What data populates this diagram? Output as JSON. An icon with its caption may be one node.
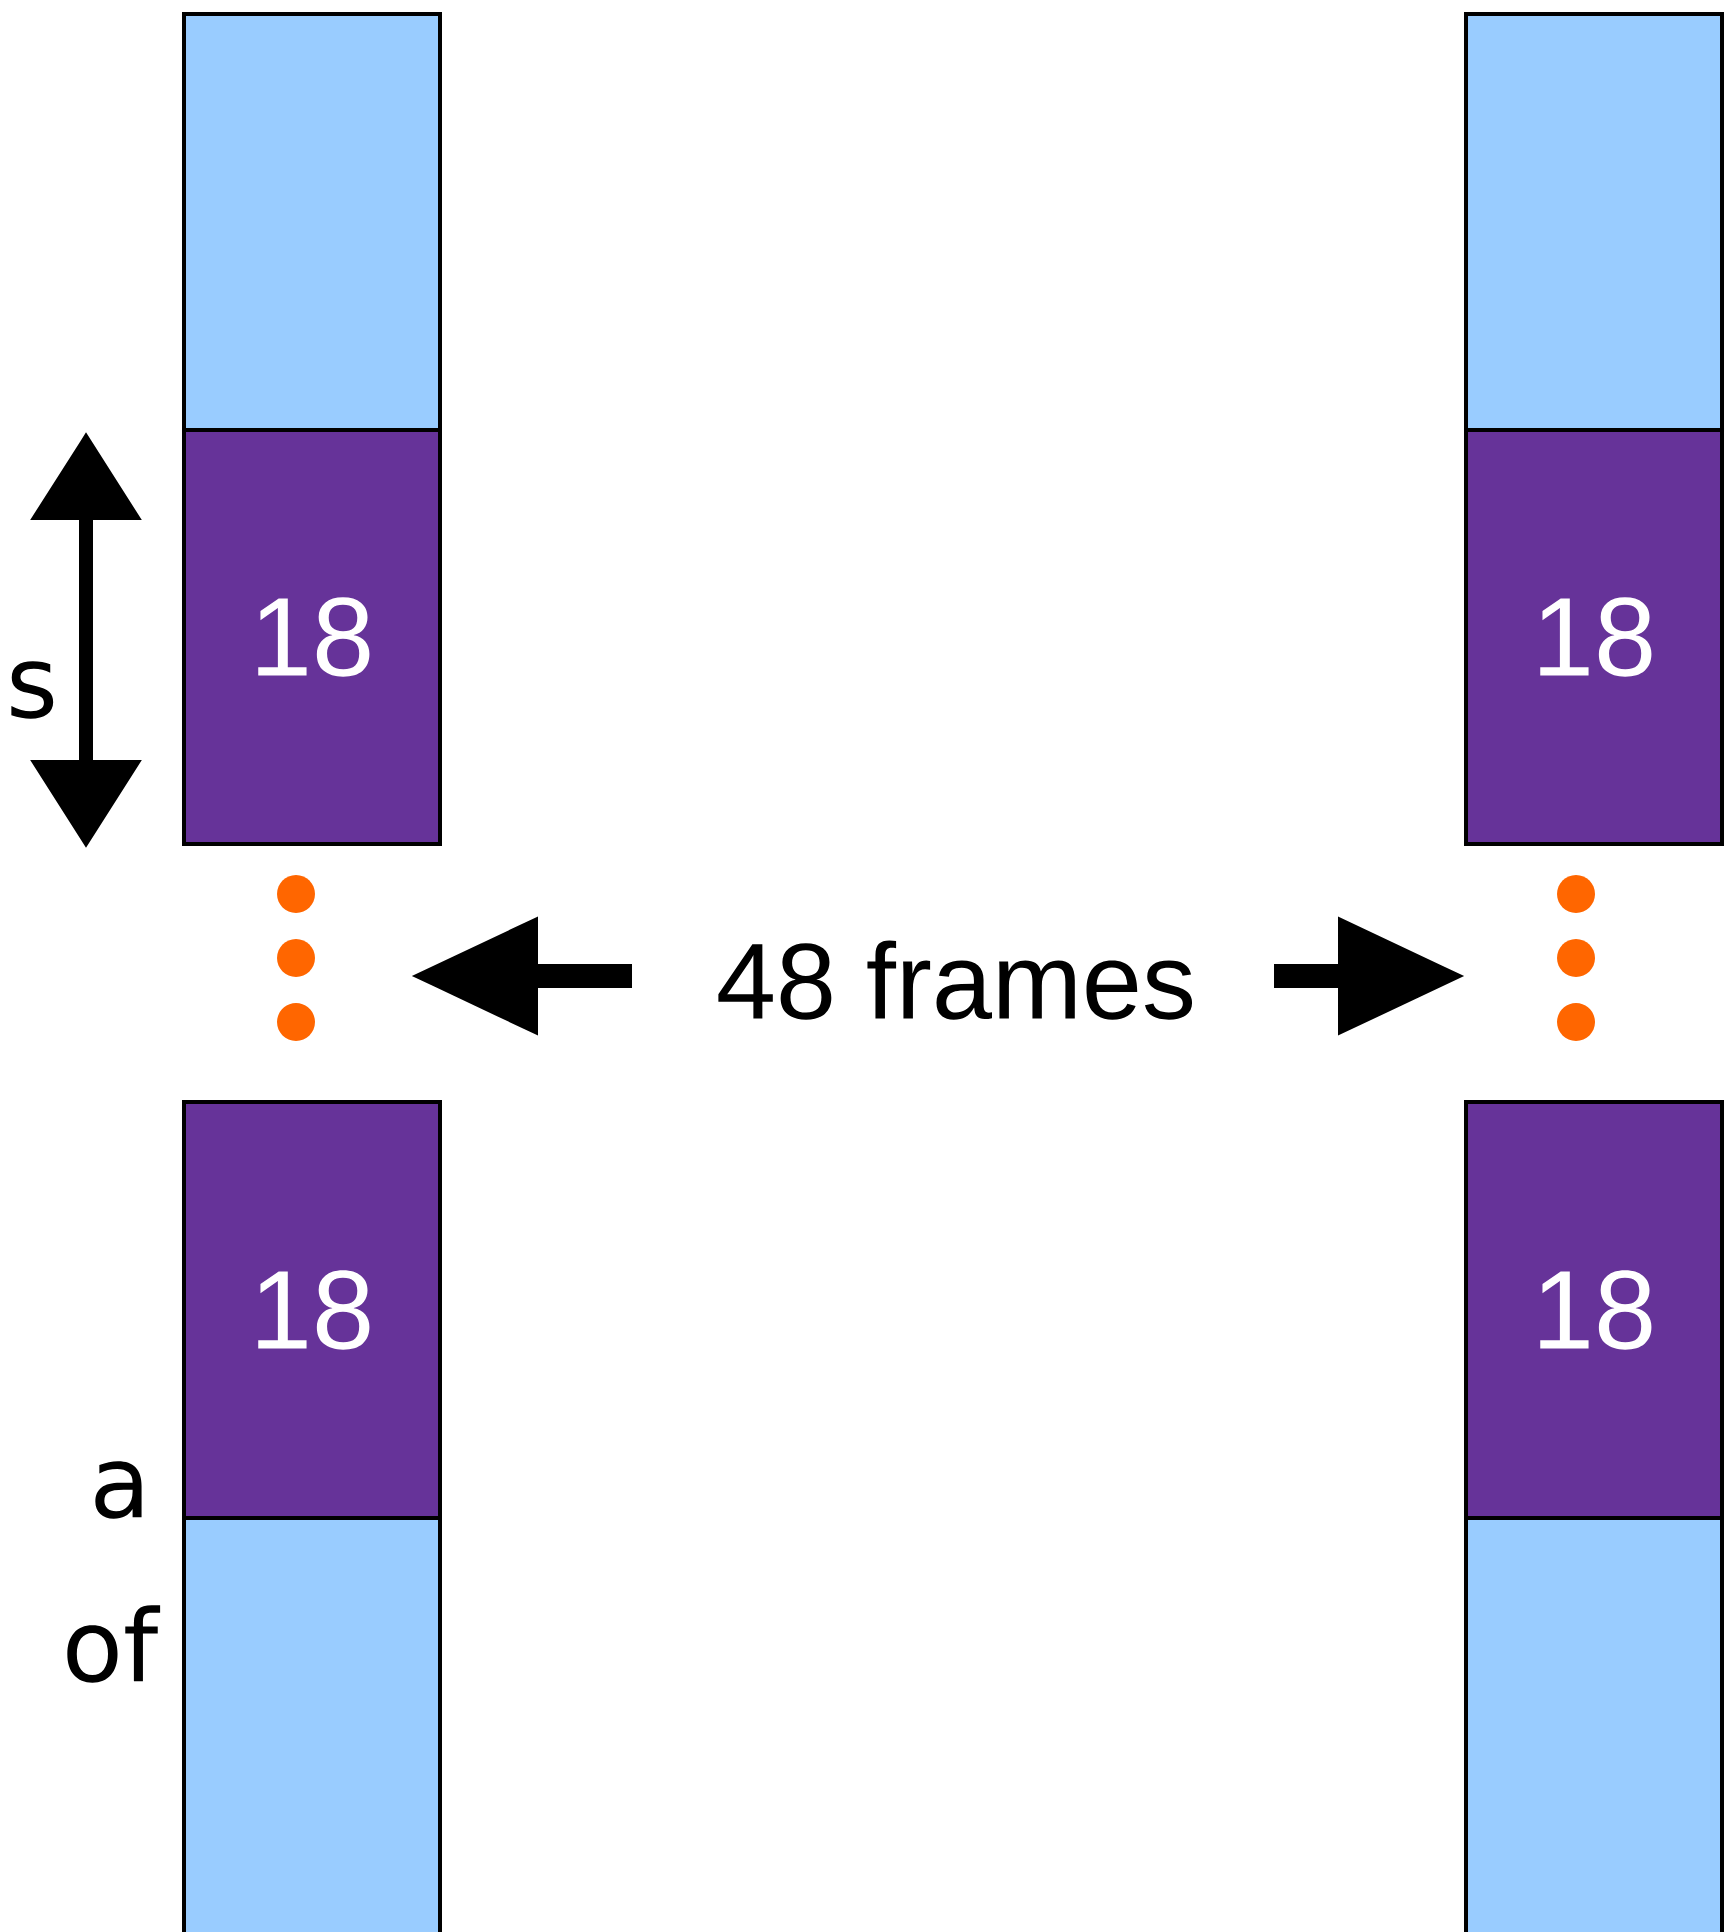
{
  "diagram": {
    "nodes": [
      {
        "text": [],
        "shape": "box"
      },
      {
        "text": [],
        "shape": "box"
      },
      {
        "text": [
          "18"
        ]
      },
      {
        "text": [
          "18"
        ]
      },
      {
        "text": [
          "18"
        ]
      },
      {
        "text": [
          "18"
        ]
      },
      {
        "text": [],
        "shape": "box"
      },
      {
        "text": [],
        "shape": "box"
      }
    ],
    "labels": [
      "s",
      "48 frames",
      "a",
      "of"
    ]
  }
}
